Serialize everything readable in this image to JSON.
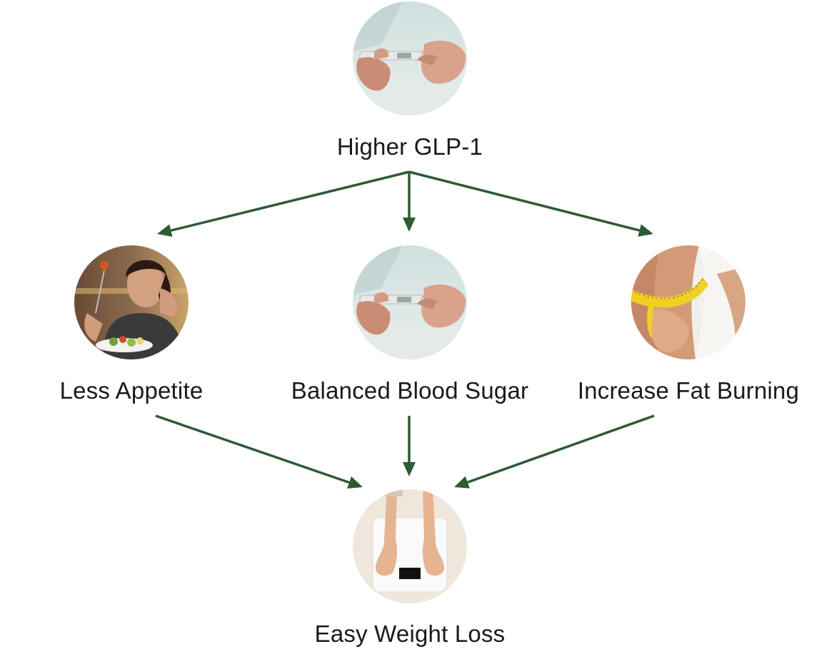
{
  "diagram": {
    "arrow_color": "#2e5a36",
    "nodes": {
      "top": {
        "label": "Higher GLP-1",
        "icon": "insulin-pen-photo"
      },
      "left": {
        "label": "Less Appetite",
        "icon": "woman-with-salad-photo"
      },
      "center": {
        "label": "Balanced Blood Sugar",
        "icon": "insulin-pen-photo"
      },
      "right": {
        "label": "Increase Fat Burning",
        "icon": "measuring-tape-waist-photo"
      },
      "bottom": {
        "label": "Easy Weight Loss",
        "icon": "feet-on-scale-photo"
      }
    },
    "edges": [
      {
        "from": "top",
        "to": "left"
      },
      {
        "from": "top",
        "to": "center"
      },
      {
        "from": "top",
        "to": "right"
      },
      {
        "from": "left",
        "to": "bottom"
      },
      {
        "from": "center",
        "to": "bottom"
      },
      {
        "from": "right",
        "to": "bottom"
      }
    ]
  }
}
